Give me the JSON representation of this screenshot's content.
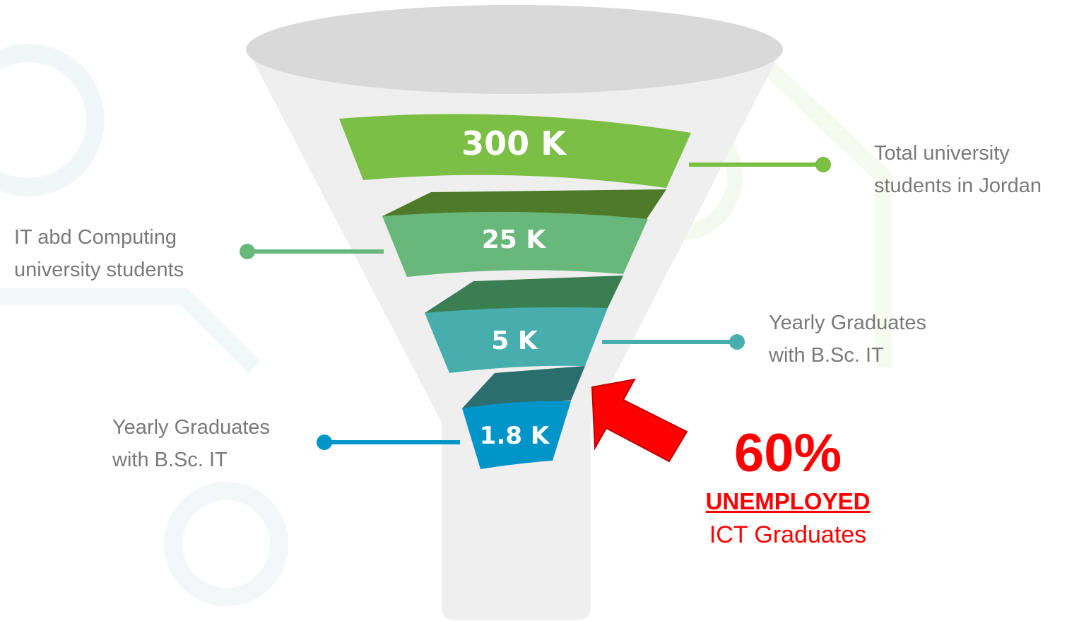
{
  "stages": [
    {
      "value": "300 K",
      "label_lines": [
        "Total university",
        "students in Jordan"
      ],
      "color": "#7bbf44"
    },
    {
      "value": "25 K",
      "label_lines": [
        "IT abd Computing",
        "university students"
      ],
      "color": "#68b87c"
    },
    {
      "value": "5 K",
      "label_lines": [
        "Yearly Graduates",
        "with B.Sc. IT"
      ],
      "color": "#47aead"
    },
    {
      "value": "1.8 K",
      "label_lines": [
        "Yearly Graduates",
        "with B.Sc. IT"
      ],
      "color": "#0095c8"
    }
  ],
  "callout": {
    "percent": "60%",
    "emphasis": "UNEMPLOYED",
    "subtitle": "ICT Graduates",
    "color": "#ff0000"
  },
  "colors": {
    "funnel_top": "#d9d9d9",
    "funnel_body": "#efefef",
    "label_text": "#7a7a7a"
  }
}
